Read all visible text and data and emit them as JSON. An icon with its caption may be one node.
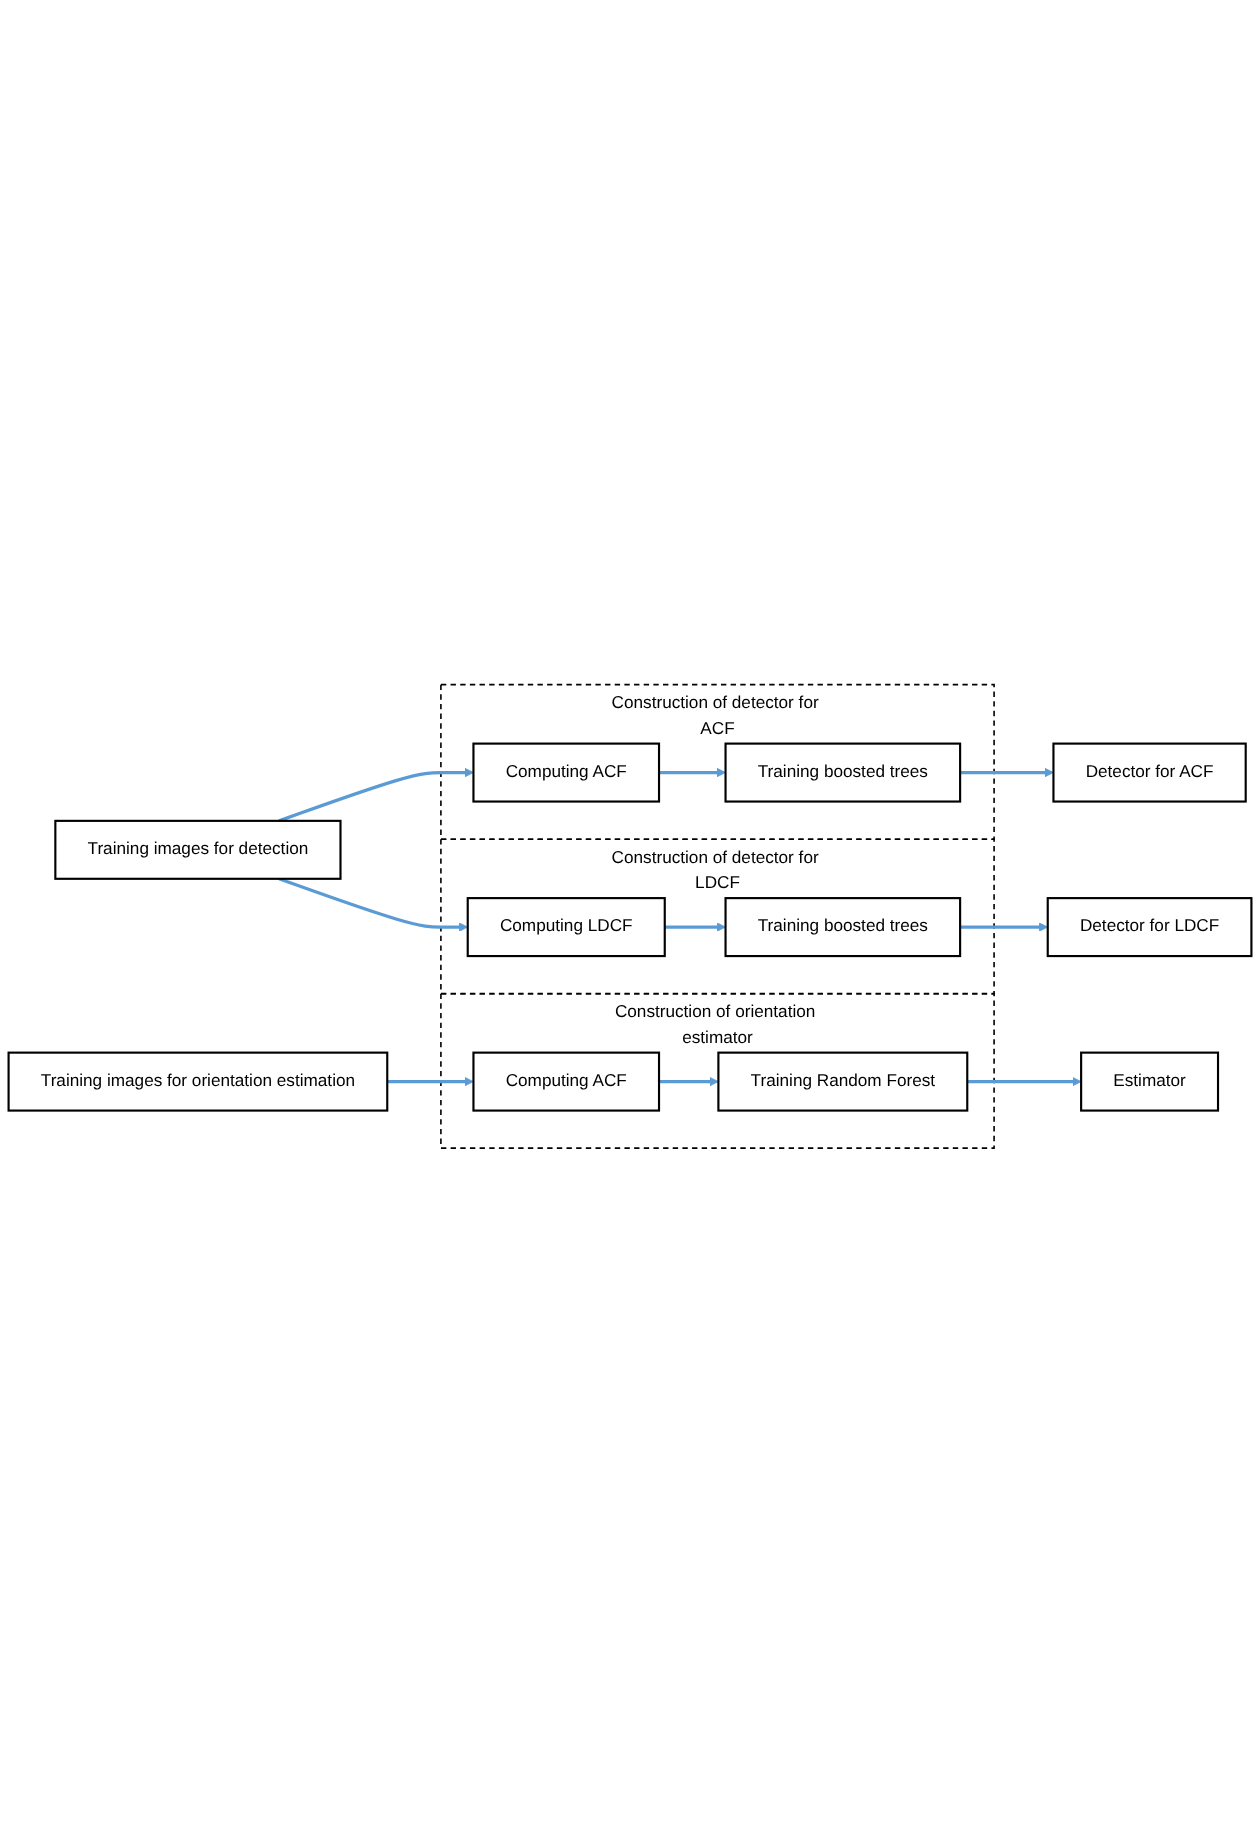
{
  "diagram": {
    "nodes": [
      {
        "text": [
          "Training images for detection"
        ]
      },
      {
        "text": [
          "Construction of detector for ACF"
        ]
      },
      {
        "text": [
          "Computing ACF"
        ],
        "in": 1
      },
      {
        "text": [
          "Training boosted trees"
        ],
        "in": 1
      },
      {
        "text": [
          "Detector for ACF"
        ]
      },
      {
        "text": [
          "Construction of detector for LDCF"
        ]
      },
      {
        "text": [
          "Computing LDCF"
        ],
        "in": 5
      },
      {
        "text": [
          "Training boosted trees"
        ],
        "in": 5
      },
      {
        "text": [
          "Detector for LDCF"
        ]
      },
      {
        "text": [
          "Training images for orientation estimation"
        ]
      },
      {
        "text": [
          "Construction of orientation estimator"
        ]
      },
      {
        "text": [
          "Computing ACF"
        ],
        "in": 10
      },
      {
        "text": [
          "Training Random Forest"
        ],
        "in": 10
      },
      {
        "text": [
          "Estimator"
        ]
      }
    ],
    "edges": [
      {
        "from": 0,
        "to": 2,
        "arrow": "to"
      },
      {
        "from": 2,
        "to": 3,
        "arrow": "to"
      },
      {
        "from": 3,
        "to": 4,
        "arrow": "to"
      },
      {
        "from": 0,
        "to": 6,
        "arrow": "to"
      },
      {
        "from": 6,
        "to": 7,
        "arrow": "to"
      },
      {
        "from": 7,
        "to": 8,
        "arrow": "to"
      },
      {
        "from": 9,
        "to": 11,
        "arrow": "to"
      },
      {
        "from": 11,
        "to": 12,
        "arrow": "to"
      },
      {
        "from": 12,
        "to": 13,
        "arrow": "to"
      }
    ]
  }
}
